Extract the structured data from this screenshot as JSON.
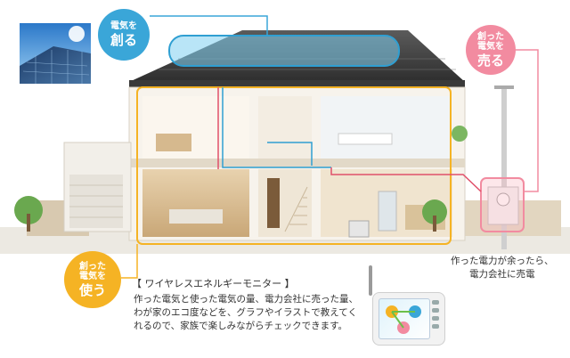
{
  "bubbles": {
    "create": {
      "small": "電気を",
      "big": "創る"
    },
    "sell": {
      "line1": "創った",
      "line2": "電気を",
      "big": "売る"
    },
    "use": {
      "line1": "創った",
      "line2": "電気を",
      "big": "使う"
    }
  },
  "monitor": {
    "title": "【 ワイヤレスエネルギーモニター 】",
    "desc": [
      "作った電気と使った電気の量、電力会社に売った量、",
      "わが家のエコ度などを、グラフやイラストで教えてく",
      "れるので、家族で楽しみながらチェックできます。"
    ]
  },
  "sell_note": [
    "作った電力が余ったら、",
    "電力会社に売電"
  ],
  "colors": {
    "create": "#3aa6d8",
    "sell": "#f28ba0",
    "use": "#f5b324"
  }
}
